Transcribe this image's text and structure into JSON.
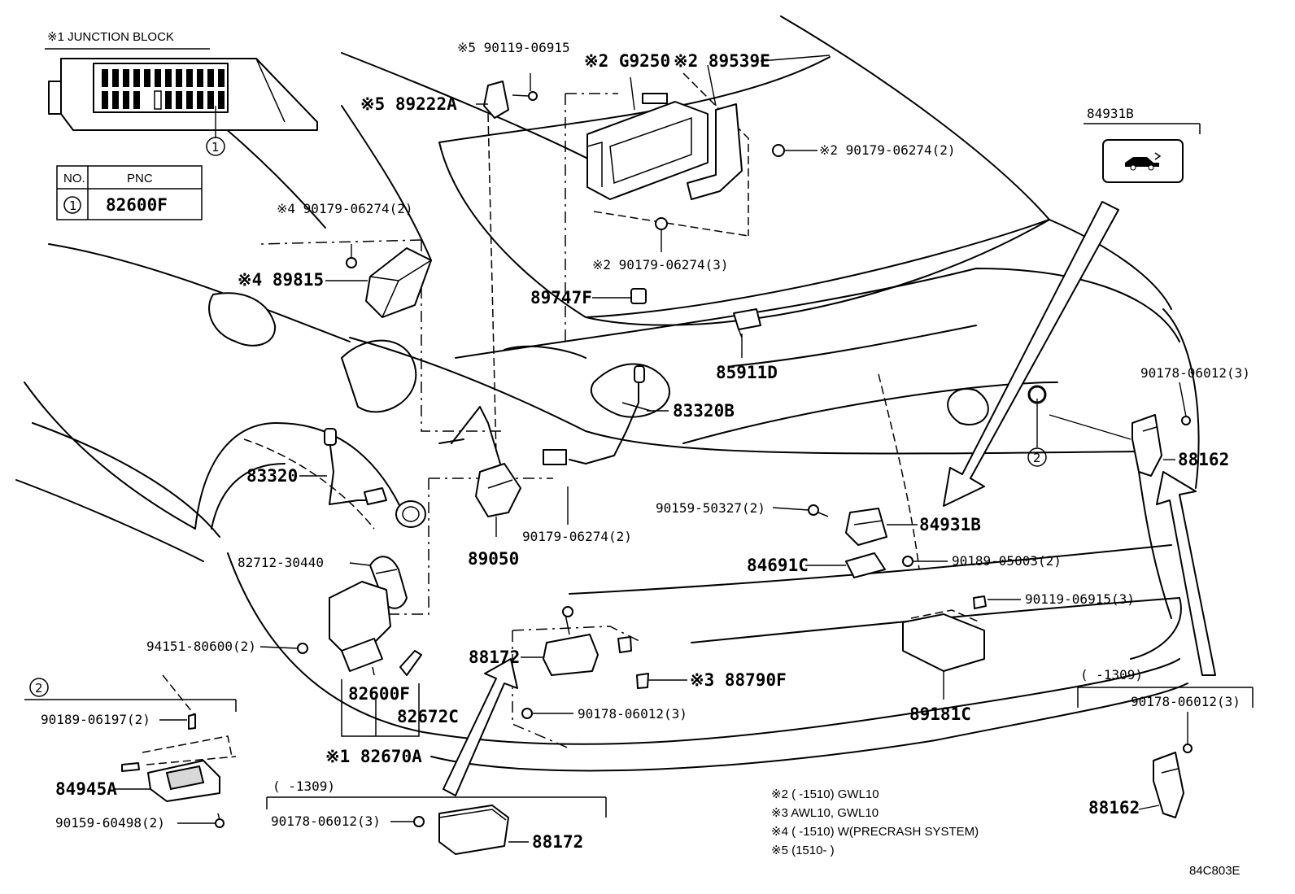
{
  "figure_id": "84C803E",
  "junction_block": {
    "title": "※1 JUNCTION BLOCK",
    "table_headers": [
      "NO.",
      "PNC"
    ],
    "rows": [
      {
        "no": "1",
        "pnc": "82600F"
      }
    ]
  },
  "callouts": {
    "c1": "1",
    "c2": "2",
    "c2_main": "2"
  },
  "inset_84931b": {
    "label": "84931B"
  },
  "range_1309_a": "(     -1309)",
  "range_1309_b": "(     -1309)",
  "labels": [
    {
      "key": "p89222a",
      "text": "※5 89222A"
    },
    {
      "key": "p90119_06915",
      "text": "※5 90119-06915"
    },
    {
      "key": "pg9250",
      "text": "※2 G9250"
    },
    {
      "key": "p89539e",
      "text": "※2 89539E"
    },
    {
      "key": "p90179_06274_a",
      "text": "※2 90179-06274(2)"
    },
    {
      "key": "p90179_06274_b",
      "text": "※2 90179-06274(3)"
    },
    {
      "key": "p90179_06274_c",
      "text": "※4 90179-06274(2)"
    },
    {
      "key": "p89815",
      "text": "※4 89815"
    },
    {
      "key": "p89747f",
      "text": "89747F"
    },
    {
      "key": "p85911d",
      "text": "85911D"
    },
    {
      "key": "p83320b",
      "text": "83320B"
    },
    {
      "key": "p83320",
      "text": "83320"
    },
    {
      "key": "p90159_50327",
      "text": "90159-50327(2)"
    },
    {
      "key": "p84931b",
      "text": "84931B"
    },
    {
      "key": "p90179_06274_d",
      "text": "90179-06274(2)"
    },
    {
      "key": "p89050",
      "text": "89050"
    },
    {
      "key": "p82712_30440",
      "text": "82712-30440"
    },
    {
      "key": "p84691c",
      "text": "84691C"
    },
    {
      "key": "p90189_05003",
      "text": "90189-05003(2)"
    },
    {
      "key": "p90119_06915_3",
      "text": "90119-06915(3)"
    },
    {
      "key": "p94151_80600",
      "text": "94151-80600(2)"
    },
    {
      "key": "p88172",
      "text": "88172"
    },
    {
      "key": "p88790f",
      "text": "※3 88790F"
    },
    {
      "key": "p82600f",
      "text": "82600F"
    },
    {
      "key": "p82672c",
      "text": "82672C"
    },
    {
      "key": "p90178_06012_a",
      "text": "90178-06012(3)"
    },
    {
      "key": "p82670a",
      "text": "※1 82670A"
    },
    {
      "key": "p89181c",
      "text": "89181C"
    },
    {
      "key": "p90178_06012_b",
      "text": "90178-06012(3)"
    },
    {
      "key": "p88162",
      "text": "88162"
    },
    {
      "key": "p90178_06012_c",
      "text": "90178-06012(3)"
    },
    {
      "key": "p88162_b",
      "text": "88162"
    },
    {
      "key": "p90189_06197",
      "text": "90189-06197(2)"
    },
    {
      "key": "p84945a",
      "text": "84945A"
    },
    {
      "key": "p90159_60498",
      "text": "90159-60498(2)"
    },
    {
      "key": "p90178_06012_d",
      "text": "90178-06012(3)"
    },
    {
      "key": "p88172_b",
      "text": "88172"
    }
  ],
  "notes": [
    "※2 (     -1510) GWL10",
    "※3 AWL10, GWL10",
    "※4 (     -1510)  W(PRECRASH SYSTEM)",
    "※5 (1510-     )"
  ]
}
